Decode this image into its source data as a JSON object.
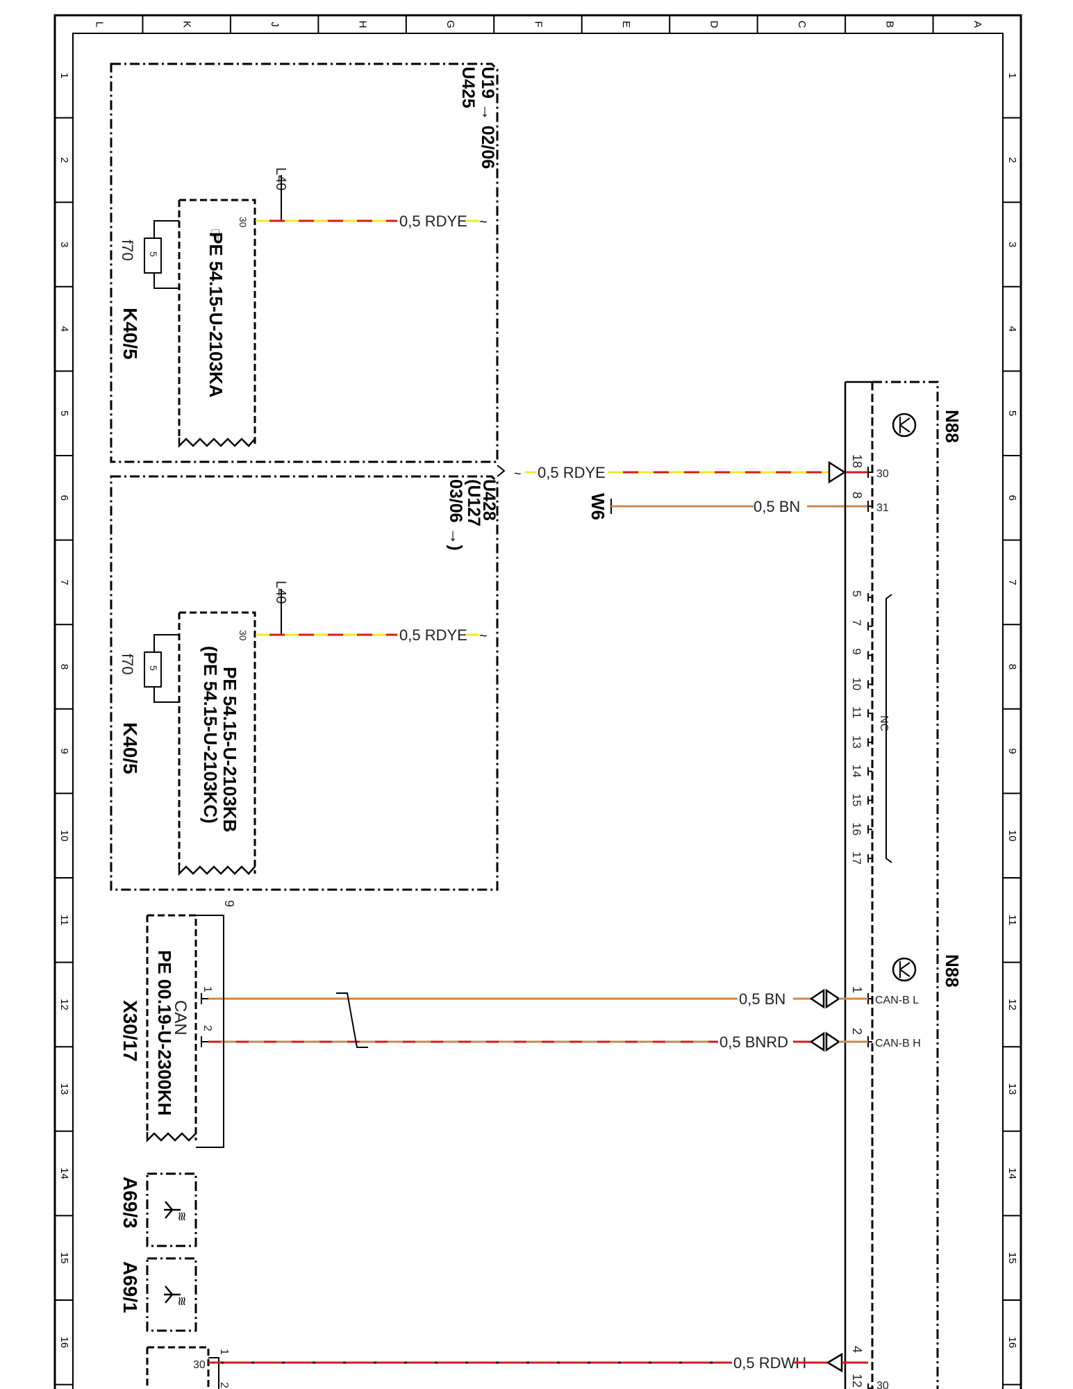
{
  "colors": {
    "red": "#d71a1a",
    "yellow": "#f2ec1a",
    "brown": "#c9884d",
    "black": "#000000"
  },
  "border": {
    "columns": [
      "L",
      "K",
      "J",
      "H",
      "G",
      "F",
      "E",
      "D",
      "C",
      "B",
      "A"
    ],
    "rows": [
      "1",
      "2",
      "3",
      "4",
      "5",
      "6",
      "7",
      "8",
      "9",
      "10",
      "11",
      "12",
      "13",
      "14",
      "15",
      "16"
    ]
  },
  "blocks": {
    "upper": {
      "variant_line1": "U19 → 02/06",
      "variant_line2": "U425",
      "ref": "L40",
      "pin": "30",
      "fuse_value": "5",
      "fuse_id": "f70",
      "relay_id": "K40/5",
      "pe_ref": "PE 54.15-U-2103KA",
      "wire": "0,5 RDYE"
    },
    "lower": {
      "variant_line1": "U428",
      "variant_line2": "(U127",
      "variant_line3": "03/06 →)",
      "ref": "L40",
      "pin": "30",
      "fuse_value": "5",
      "fuse_id": "f70",
      "relay_id": "K40/5",
      "pe_ref1": "PE 54.15-U-2103KB",
      "pe_ref2": "(PE 54.15-U-2103KC)",
      "wire": "0,5 RDYE"
    }
  },
  "module_n88": {
    "id_top": "N88",
    "id_bottom": "N88",
    "pin30": "30",
    "pin31": "31",
    "pin18": "18",
    "pin8": "8",
    "nc_pins": [
      "5",
      "7",
      "9",
      "10",
      "11",
      "13",
      "14",
      "15",
      "16",
      "17"
    ],
    "nc_label": "NC",
    "can_l_pin": "1",
    "can_h_pin": "2",
    "can_l": "CAN-B L",
    "can_h": "CAN-B H",
    "pin4": "4",
    "pin12": "12",
    "pin30_bottom": "30"
  },
  "wires": {
    "rdye_main": "0,5 RDYE",
    "bn_w6": "0,5 BN",
    "ground": "W6",
    "can_l": "0,5 BN",
    "can_h": "0,5 BNRD",
    "rdwh": "0,5 RDWH"
  },
  "connector_x30": {
    "id": "X30/17",
    "bus": "CAN",
    "pe_ref": "PE 00.19-U-2300KH",
    "pin1": "1",
    "pin2": "2",
    "ref": "9"
  },
  "antennas": [
    {
      "id": "A69/3"
    },
    {
      "id": "A69/1"
    }
  ],
  "bottom_connector": {
    "pin30": "30",
    "pin1": "1",
    "pin2": "2"
  }
}
